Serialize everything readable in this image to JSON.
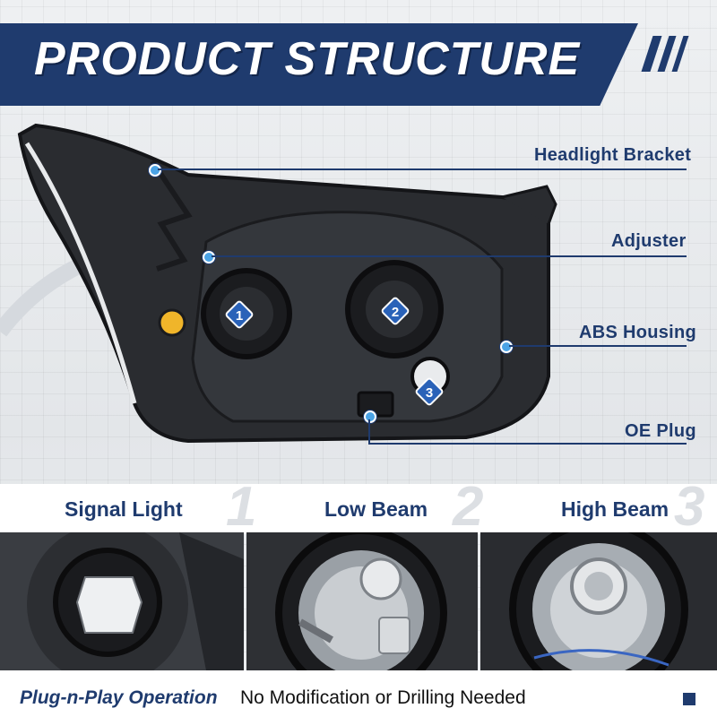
{
  "title": "PRODUCT STRUCTURE",
  "callouts": [
    {
      "label": "Headlight Bracket"
    },
    {
      "label": "Adjuster"
    },
    {
      "label": "ABS Housing"
    },
    {
      "label": "OE Plug"
    }
  ],
  "badges": [
    "1",
    "2",
    "3"
  ],
  "captions": [
    {
      "label": "Signal Light",
      "number": "1"
    },
    {
      "label": "Low Beam",
      "number": "2"
    },
    {
      "label": "High Beam",
      "number": "3"
    }
  ],
  "footer": {
    "bold": "Plug-n-Play Operation",
    "rest": "No Modification or Drilling Needed"
  },
  "colors": {
    "brand_navy": "#1f3b6e",
    "accent_blue": "#2a62b8",
    "callout_dot": "#4aa3e6"
  }
}
